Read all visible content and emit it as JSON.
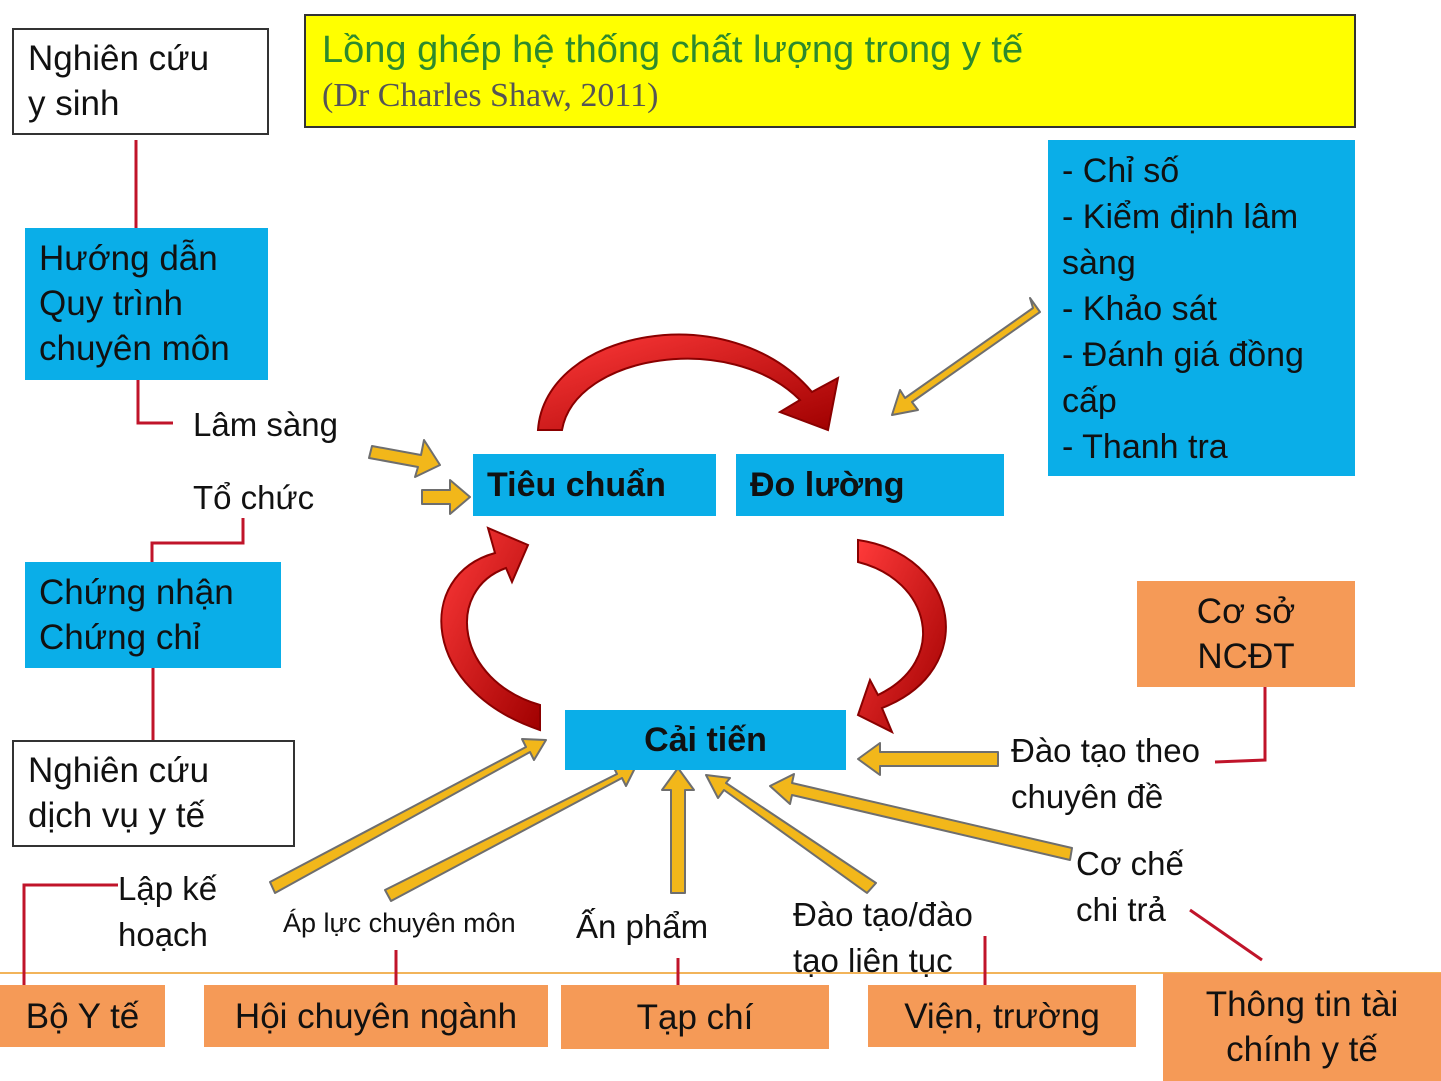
{
  "title": "Lồng ghép hệ thống chất lượng trong y tế",
  "subtitle": "(Dr Charles Shaw, 2011)",
  "left": {
    "research_bio": [
      "Nghiên cứu",
      "y sinh"
    ],
    "guidelines": [
      "Hướng dẫn",
      "Quy trình",
      "chuyên môn"
    ],
    "clinical_label": "Lâm sàng",
    "org_label": "Tổ chức",
    "certification": [
      "Chứng nhận",
      "Chứng chỉ"
    ],
    "research_service": [
      "Nghiên cứu",
      "dịch vụ y tế"
    ]
  },
  "center": {
    "standard": "Tiêu chuẩn",
    "measurement": "Đo lường",
    "improvement": "Cải tiến"
  },
  "measure_methods": [
    "- Chỉ số",
    "- Kiểm định lâm",
    "sàng",
    "- Khảo sát",
    "- Đánh giá đồng",
    "cấp",
    "- Thanh tra"
  ],
  "right": {
    "research_center": [
      "Cơ sở",
      "NCĐT"
    ],
    "thematic_training": [
      "Đào tạo theo",
      "chuyên đề"
    ],
    "payment": [
      "Cơ chế",
      "chi trả"
    ]
  },
  "bottom_labels": {
    "planning": [
      "Lập kế",
      "hoạch"
    ],
    "pressure": "Áp lực chuyên môn",
    "publication": "Ấn phẩm",
    "training": [
      "Đào tạo/đào",
      "tạo liên tục"
    ]
  },
  "bottom_boxes": {
    "ministry": "Bộ Y tế",
    "association": "Hội chuyên ngành",
    "journal": "Tạp chí",
    "institute": "Viện, trường",
    "finance": [
      "Thông tin tài",
      "chính y tế"
    ]
  },
  "colors": {
    "title_bg": "#ffff00",
    "title_text": "#2d8a2d",
    "blue_box": "#0aaee8",
    "orange_box": "#f59a57",
    "cycle_arrow": "#e00000",
    "block_arrow": "#f2b71a",
    "connector": "#c0142a"
  }
}
